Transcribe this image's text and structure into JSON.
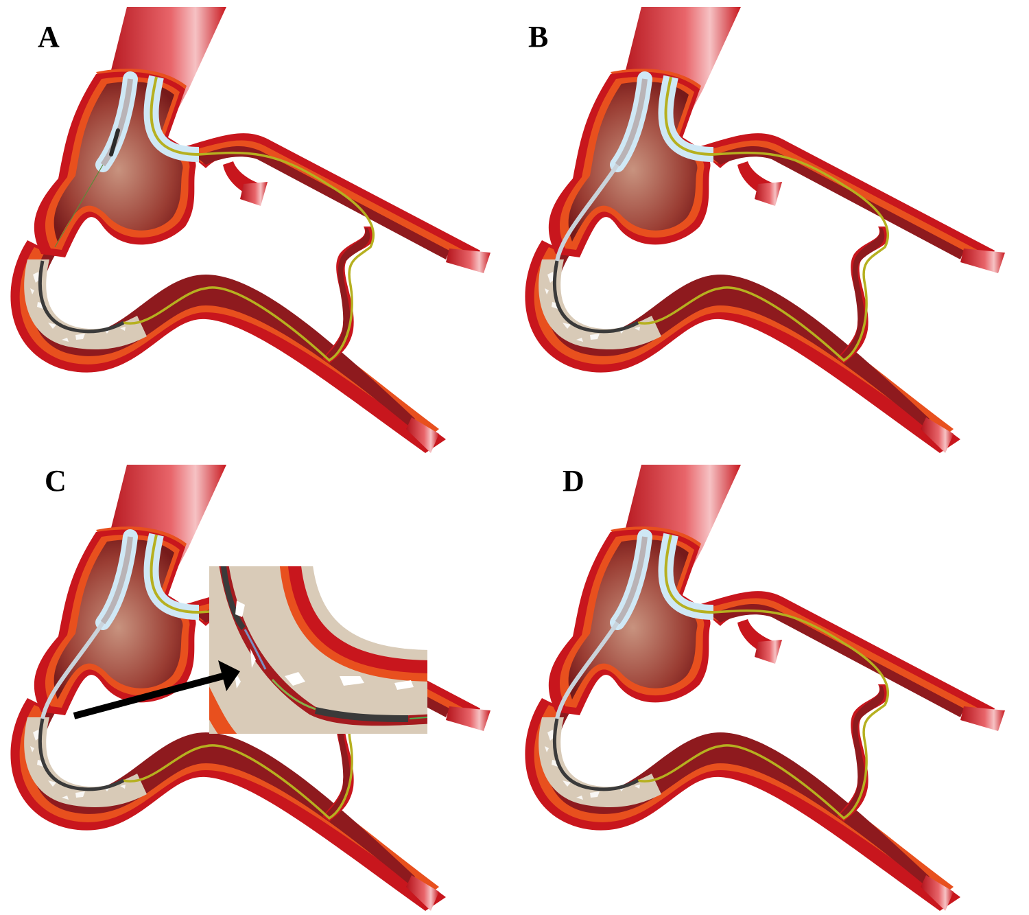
{
  "figure": {
    "panels": [
      {
        "id": "A",
        "label": "A",
        "variant": "catheter-in-aneurysm"
      },
      {
        "id": "B",
        "label": "B",
        "variant": "microcatheter-advanced"
      },
      {
        "id": "C",
        "label": "C",
        "variant": "with-magnified-inset",
        "inset": true,
        "arrow": true
      },
      {
        "id": "D",
        "label": "D",
        "variant": "final-position"
      }
    ],
    "colors": {
      "vessel_outer": "#c8161d",
      "vessel_wall": "#e8501e",
      "vessel_lumen": "#8e1a1e",
      "aneurysm_center": "#c08a78",
      "aneurysm_edge": "#7a1c1c",
      "catheter_sheath": "#cfe8f5",
      "guidewire": "#b6b020",
      "plaque": "#d8cab7",
      "dark_segment": "#3a3a3a",
      "arrow": "#000000"
    }
  }
}
